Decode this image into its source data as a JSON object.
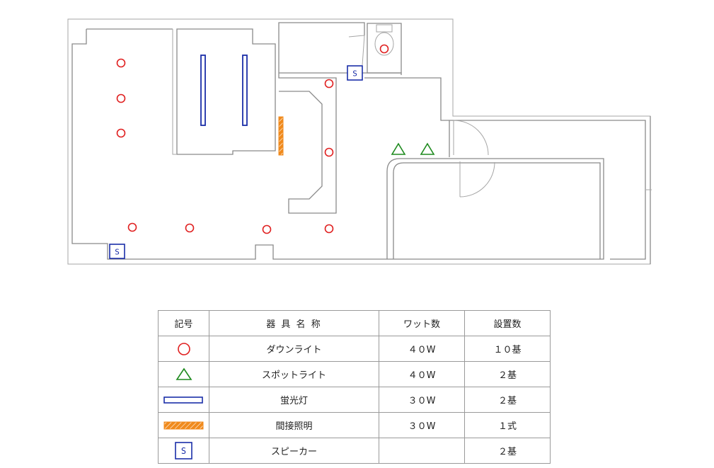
{
  "colors": {
    "downlight": "#e02020",
    "spotlight": "#1e8a1e",
    "fluorescent": "#1a2ea8",
    "indirect": "#f08a1c",
    "speaker": "#1a2ea8"
  },
  "speaker_symbol_text": "S",
  "legend": {
    "headers": {
      "symbol": "記号",
      "name": "器 具 名 称",
      "watt": "ワット数",
      "qty": "設置数"
    },
    "rows": [
      {
        "symbol": "circle",
        "name": "ダウンライト",
        "watt": "４０W",
        "qty": "１０基"
      },
      {
        "symbol": "triangle",
        "name": "スポットライト",
        "watt": "４０W",
        "qty": "２基"
      },
      {
        "symbol": "rectangle",
        "name": "蛍光灯",
        "watt": "３０W",
        "qty": "２基"
      },
      {
        "symbol": "hatched",
        "name": "間接照明",
        "watt": "３０W",
        "qty": "１式"
      },
      {
        "symbol": "speaker",
        "name": "スピーカー",
        "watt": "",
        "qty": "２基"
      }
    ]
  }
}
